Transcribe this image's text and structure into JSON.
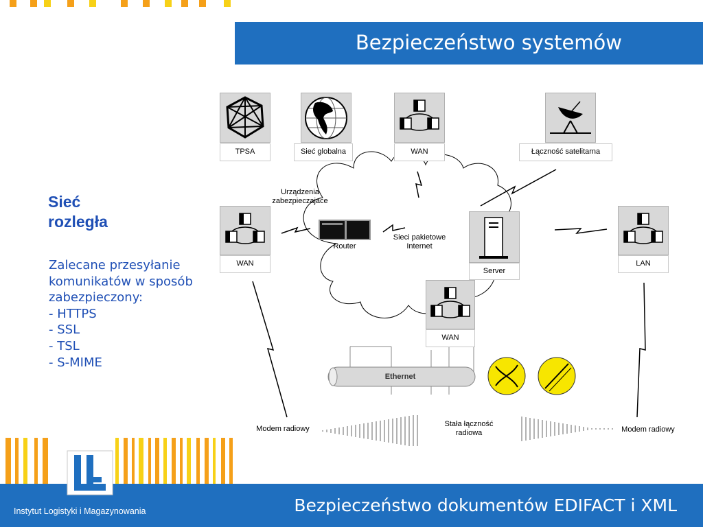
{
  "header": {
    "title": "Bezpieczeństwo systemów"
  },
  "left": {
    "heading_line1": "Sieć",
    "heading_line2": "rozległa",
    "body_lines": [
      "Zalecane przesyłanie",
      "komunikatów w sposób",
      "zabezpieczony:",
      "- HTTPS",
      "- SSL",
      "- TSL",
      "- S-MIME"
    ]
  },
  "diagram": {
    "top_labels": {
      "tpsa": "TPSA",
      "global": "Sieć globalna",
      "wan": "WAN",
      "satellite": "Łączność satelitarna"
    },
    "security_devices_line1": "Urządzenia",
    "security_devices_line2": "zabezpieczajace",
    "router": "Router",
    "packet_networks_line1": "Sieci  pakietowe",
    "packet_networks_line2": "Internet",
    "server": "Server",
    "wan_left": "WAN",
    "wan_center": "WAN",
    "lan": "LAN",
    "ethernet": "Ethernet",
    "modem_left": "Modem radiowy",
    "fixed_radio_line1": "Stała łączność",
    "fixed_radio_line2": "radiowa",
    "modem_right": "Modem radiowy"
  },
  "footer": {
    "title": "Bezpieczeństwo dokumentów EDIFACT i XML",
    "institute": "Instytut Logistyki i Magazynowania"
  },
  "colors": {
    "primary_blue": "#1f6fbf",
    "text_blue": "#1f4fb5",
    "orange": "#f5a019",
    "yellow": "#f7d117",
    "red": "#e8463c"
  }
}
